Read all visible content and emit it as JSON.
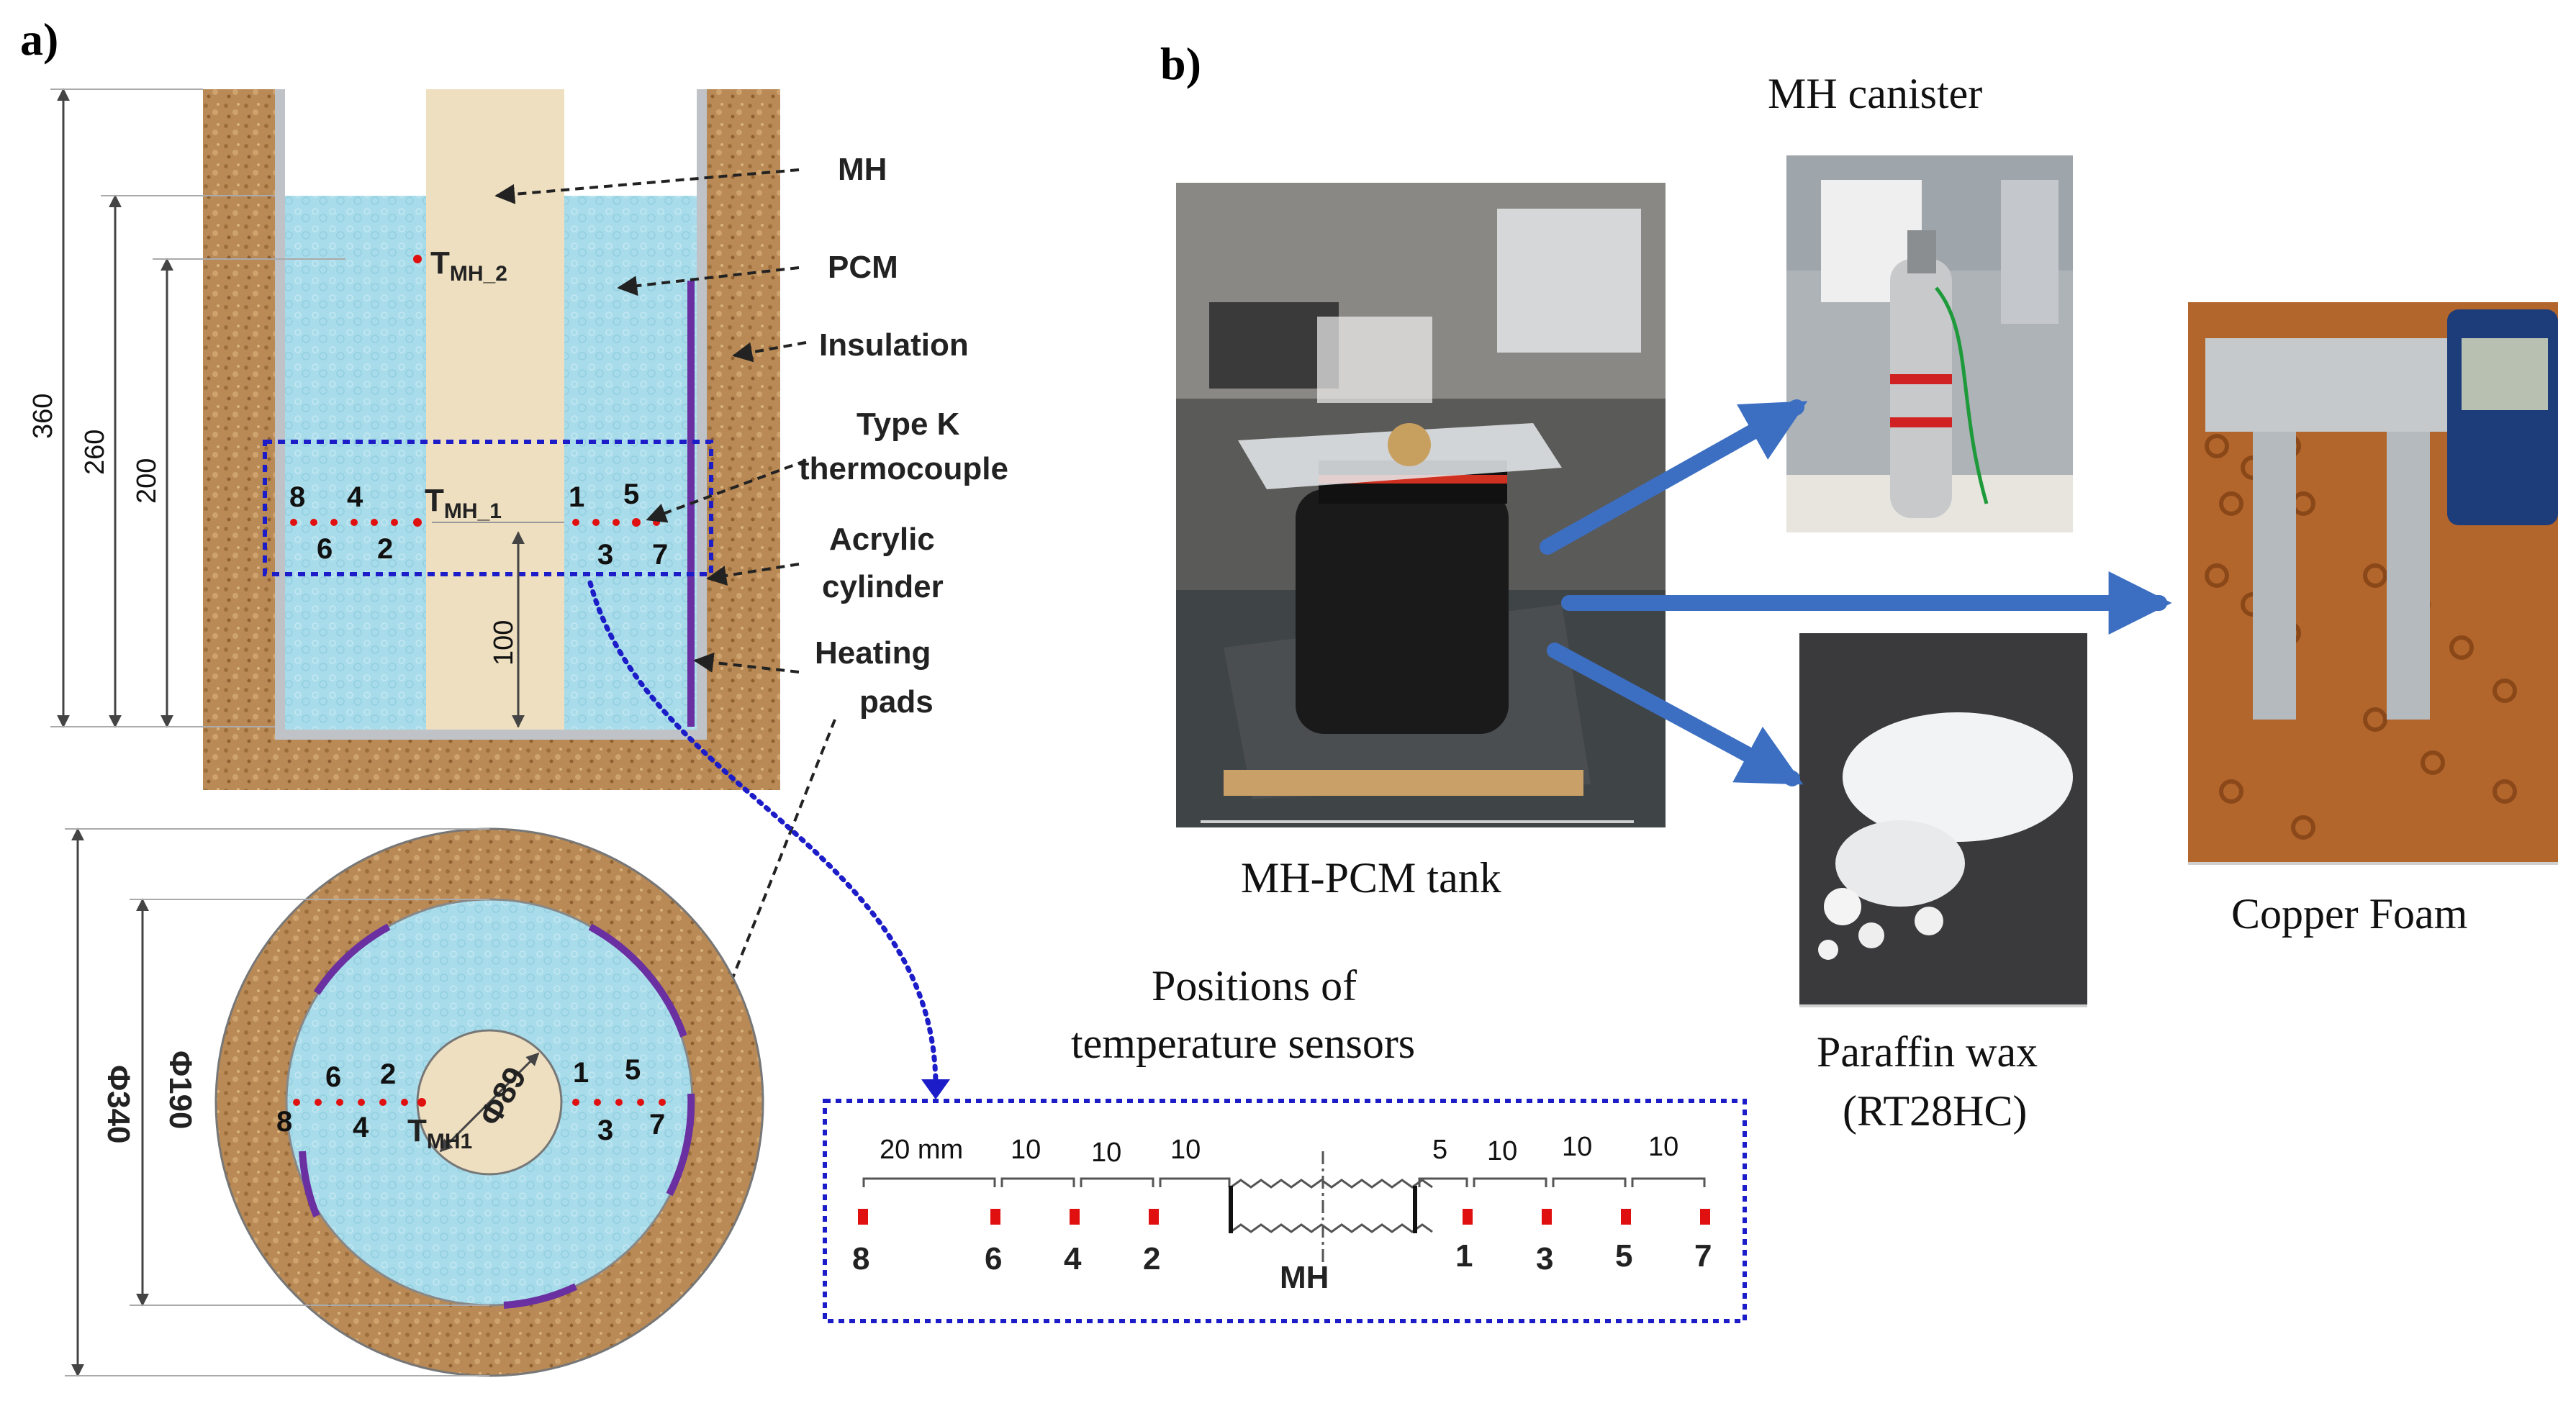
{
  "panel_a": {
    "label": "a)",
    "section": {
      "sensor_numbers_left": [
        "8",
        "4",
        "6",
        "2"
      ],
      "sensor_numbers_right": [
        "1",
        "5",
        "3",
        "7"
      ],
      "tmh2_main": "T",
      "tmh2_sub": "MH_2",
      "tmh1_main": "T",
      "tmh1_sub": "MH_1",
      "dims": [
        "360",
        "260",
        "200",
        "100"
      ]
    },
    "callouts": {
      "mh": "MH",
      "pcm": "PCM",
      "insulation": "Insulation",
      "thermocouple_1": "Type K",
      "thermocouple_2": "thermocouple",
      "acrylic_1": "Acrylic",
      "acrylic_2": "cylinder",
      "heating_1": "Heating",
      "heating_2": "pads"
    },
    "top_view": {
      "outer_dia": "Φ340",
      "inner_dia": "Φ190",
      "core_dia": "Φ89",
      "numbers_left": [
        "6",
        "2",
        "8",
        "4"
      ],
      "numbers_right": [
        "1",
        "5",
        "3",
        "7"
      ],
      "tmh1_main": "T",
      "tmh1_sub": "MH1"
    },
    "sensor_positions": {
      "title_1": "Positions of",
      "title_2": "temperature sensors",
      "spacing_left": [
        "20 mm",
        "10",
        "10",
        "10"
      ],
      "spacing_right": [
        "5",
        "10",
        "10",
        "10"
      ],
      "sensors_left": [
        "8",
        "6",
        "4",
        "2"
      ],
      "center": "MH",
      "sensors_right": [
        "1",
        "3",
        "5",
        "7"
      ]
    }
  },
  "panel_b": {
    "label": "b)",
    "photos": {
      "tank_caption": "MH-PCM tank",
      "canister_caption": "MH canister",
      "foam_caption": "Copper Foam",
      "wax_caption_1": "Paraffin wax",
      "wax_caption_2": "(RT28HC)"
    }
  },
  "colors": {
    "insulation": "#b98a55",
    "pcm": "#a9dcea",
    "mh": "#eedfc0",
    "sensor_red": "#e01010",
    "frame_blue": "#1c1cc8",
    "heating_purple": "#6a2fa0",
    "arrow_blue": "#3c6fc2"
  }
}
